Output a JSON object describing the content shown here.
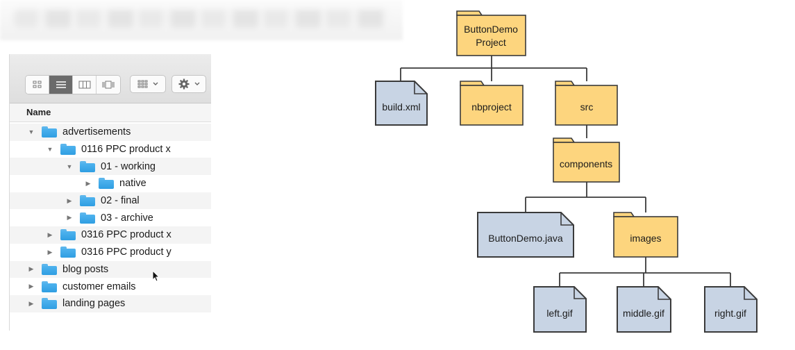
{
  "finder": {
    "column_header": "Name",
    "toolbar": {
      "view_buttons": [
        "icon-view",
        "list-view",
        "column-view",
        "cover-flow-view"
      ],
      "arrange_menu": "arrange-menu",
      "action_menu": "action-menu"
    },
    "items": [
      {
        "label": "advertisements",
        "level": 0,
        "expanded": true
      },
      {
        "label": "0116 PPC product x",
        "level": 1,
        "expanded": true
      },
      {
        "label": "01 - working",
        "level": 2,
        "expanded": true
      },
      {
        "label": "native",
        "level": 3,
        "expanded": false
      },
      {
        "label": "02 - final",
        "level": 2,
        "expanded": false
      },
      {
        "label": "03 - archive",
        "level": 2,
        "expanded": false
      },
      {
        "label": "0316 PPC product x",
        "level": 1,
        "expanded": false
      },
      {
        "label": "0316 PPC product y",
        "level": 1,
        "expanded": false
      },
      {
        "label": "blog posts",
        "level": 0,
        "expanded": false
      },
      {
        "label": "customer emails",
        "level": 0,
        "expanded": false
      },
      {
        "label": "landing pages",
        "level": 0,
        "expanded": false
      }
    ]
  },
  "diagram": {
    "colors": {
      "folder": "#fdd57e",
      "file": "#c8d4e4",
      "stroke": "#3a3a3a"
    },
    "nodes": {
      "root": [
        "ButtonDemo",
        "Project"
      ],
      "build": "build.xml",
      "nbproject": "nbproject",
      "src": "src",
      "components": "components",
      "java": "ButtonDemo.java",
      "images": "images",
      "left": "left.gif",
      "middle": "middle.gif",
      "right": "right.gif"
    }
  }
}
